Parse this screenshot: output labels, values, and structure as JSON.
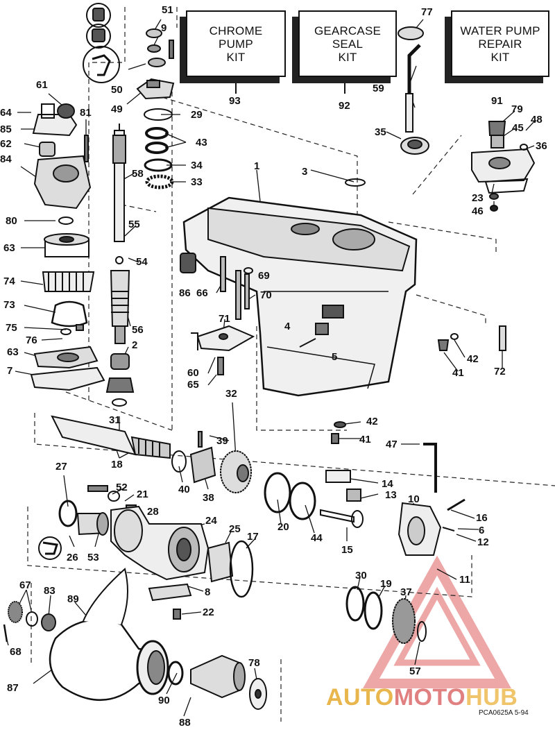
{
  "kits": [
    {
      "id": "chrome",
      "text": "CHROME\nPUMP\nKIT",
      "ref": "93"
    },
    {
      "id": "gearcase",
      "text": "GEARCASE\nSEAL\nKIT",
      "ref": "92"
    },
    {
      "id": "waterpump",
      "text": "WATER PUMP\nREPAIR\nKIT",
      "ref": "91"
    }
  ],
  "callouts": [
    "51",
    "9",
    "50",
    "49",
    "29",
    "43",
    "34",
    "33",
    "58",
    "55",
    "54",
    "56",
    "2",
    "61",
    "64",
    "85",
    "81",
    "62",
    "84",
    "80",
    "63",
    "74",
    "73",
    "75",
    "76",
    "63",
    "7",
    "77",
    "59",
    "35",
    "79",
    "45",
    "48",
    "36",
    "23",
    "46",
    "1",
    "3",
    "86",
    "66",
    "69",
    "70",
    "71",
    "4",
    "5",
    "60",
    "65",
    "42",
    "41",
    "72",
    "32",
    "31",
    "18",
    "39",
    "40",
    "38",
    "42",
    "41",
    "47",
    "27",
    "52",
    "21",
    "28",
    "26",
    "53",
    "24",
    "25",
    "17",
    "20",
    "44",
    "14",
    "13",
    "15",
    "10",
    "16",
    "6",
    "12",
    "11",
    "8",
    "22",
    "30",
    "19",
    "37",
    "57",
    "67",
    "83",
    "89",
    "68",
    "87",
    "90",
    "88",
    "78"
  ],
  "logo": {
    "part1": "AUTO",
    "part2": "MOTO",
    "part3": "HUB"
  },
  "drawing_code": "PCA0625A  5-94"
}
